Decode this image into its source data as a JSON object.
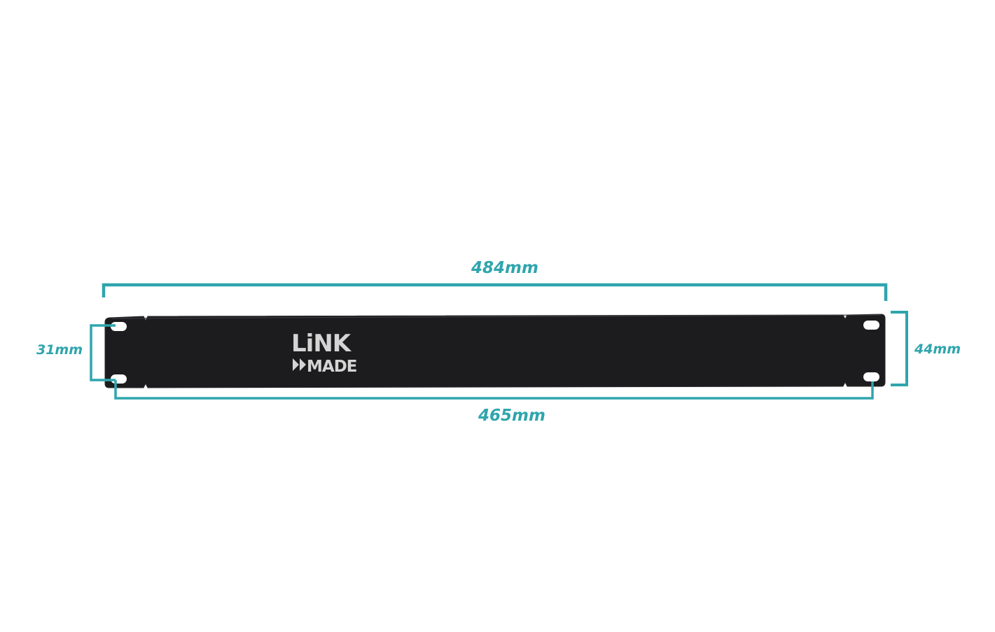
{
  "colors": {
    "dimension": "#2fa5ad",
    "panel": "#1c1c1e",
    "panel_edge": "#2b2b2e",
    "logo": "#d4d4d4",
    "background": "#ffffff"
  },
  "dimensions": {
    "overall_width": "484mm",
    "mount_hole_spacing": "465mm",
    "overall_height": "44mm",
    "mount_hole_height": "31mm"
  },
  "logo": {
    "line1": "LiNK",
    "line2": "MADE",
    "arrow_icon": "double-play-arrow-icon"
  }
}
